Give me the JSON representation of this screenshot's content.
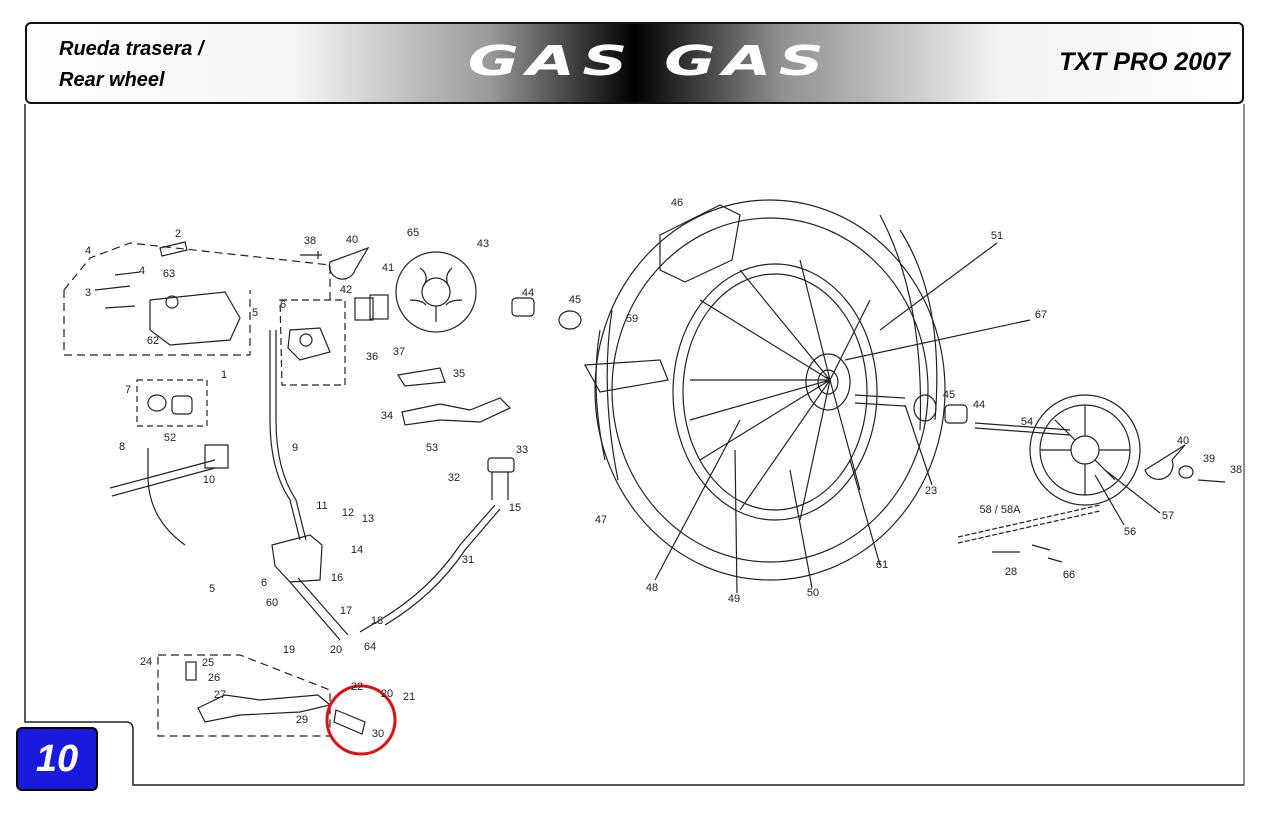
{
  "header": {
    "title_es": "Rueda trasera /",
    "title_en": "Rear wheel",
    "brand": "GAS GAS",
    "model": "TXT PRO 2007"
  },
  "page_number": "10",
  "highlight": {
    "part": "30",
    "color": "#e01010"
  },
  "colors": {
    "badge": "#1a1adc",
    "line": "#222222"
  },
  "part_labels": [
    "1",
    "2",
    "3",
    "4",
    "4",
    "5",
    "5",
    "6",
    "6",
    "7",
    "8",
    "9",
    "10",
    "11",
    "12",
    "13",
    "14",
    "15",
    "16",
    "17",
    "18",
    "19",
    "20",
    "20",
    "21",
    "22",
    "23",
    "24",
    "25",
    "26",
    "27",
    "28",
    "29",
    "30",
    "31",
    "32",
    "33",
    "34",
    "35",
    "36",
    "37",
    "38",
    "39",
    "38",
    "40",
    "40",
    "41",
    "42",
    "43",
    "44",
    "44",
    "45",
    "45",
    "46",
    "47",
    "48",
    "49",
    "50",
    "51",
    "52",
    "53",
    "54",
    "56",
    "57",
    "58 / 58A",
    "59",
    "60",
    "61",
    "62",
    "63",
    "64",
    "65",
    "66",
    "67"
  ]
}
